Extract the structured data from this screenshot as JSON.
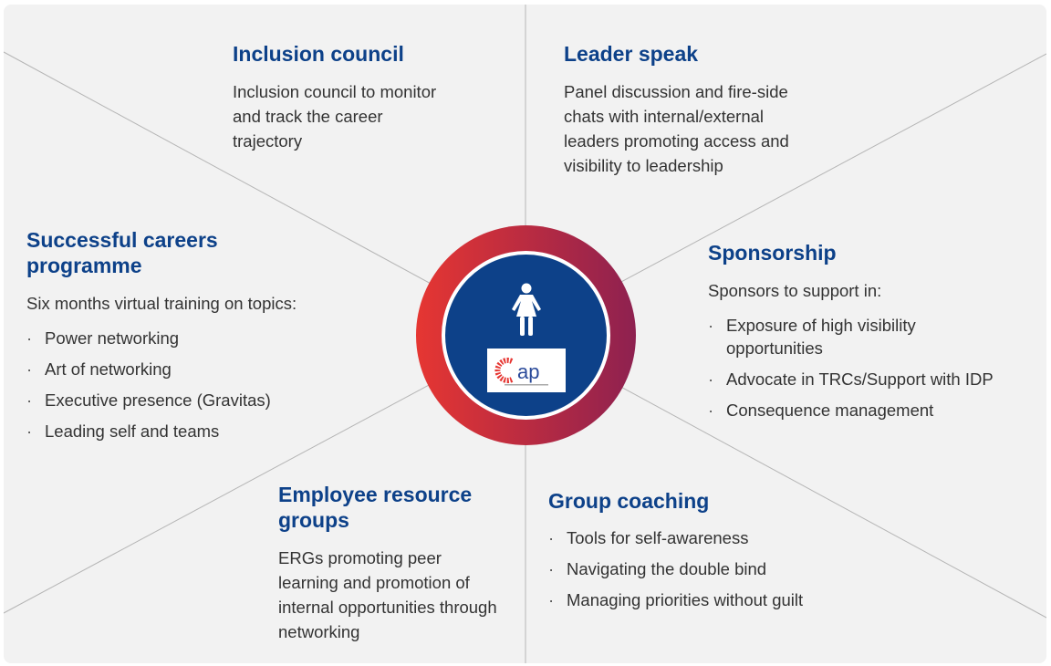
{
  "sections": {
    "inclusion_council": {
      "title": "Inclusion council",
      "text": "Inclusion council to monitor and track the career trajectory"
    },
    "leader_speak": {
      "title": "Leader speak",
      "text": "Panel discussion and fire-side chats with internal/external leaders promoting access and visibility to leadership"
    },
    "successful_careers": {
      "title": "Successful careers programme",
      "text": "Six months virtual training on topics:",
      "items": [
        "Power networking",
        "Art of networking",
        "Executive presence (Gravitas)",
        "Leading self and teams"
      ]
    },
    "sponsorship": {
      "title": "Sponsorship",
      "text": "Sponsors to support in:",
      "items": [
        "Exposure of high visibility opportunities",
        "Advocate in TRCs/Support with IDP",
        "Consequence management"
      ]
    },
    "employee_resource_groups": {
      "title": "Employee resource groups",
      "text": "ERGs promoting peer learning and promotion of internal opportunities through networking"
    },
    "group_coaching": {
      "title": "Group coaching",
      "items": [
        "Tools for self-awareness",
        "Navigating the double bind",
        "Managing priorities without guilt"
      ]
    }
  },
  "center": {
    "logo_text": "cap",
    "icon": "woman-icon"
  },
  "colors": {
    "title": "#0d4189",
    "ring_start": "#e63632",
    "ring_end": "#8e2150",
    "core": "#0d4189"
  }
}
